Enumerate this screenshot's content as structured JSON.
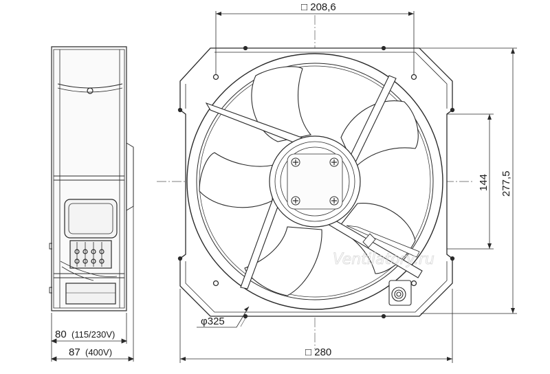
{
  "dimensions": {
    "top_width": "□ 208,6",
    "bottom_width": "□ 280",
    "right_height_inner": "144",
    "right_height_outer": "277,5",
    "diameter": "φ325",
    "depth_label_1": "80",
    "depth_label_1_note": "(115/230V)",
    "depth_label_2": "87",
    "depth_label_2_note": "(400V)"
  },
  "watermark": "Ventilatory.ru",
  "colors": {
    "line": "#2a2a2a",
    "centerline": "#555555",
    "shade": "#e6e6e6",
    "background": "#ffffff"
  }
}
